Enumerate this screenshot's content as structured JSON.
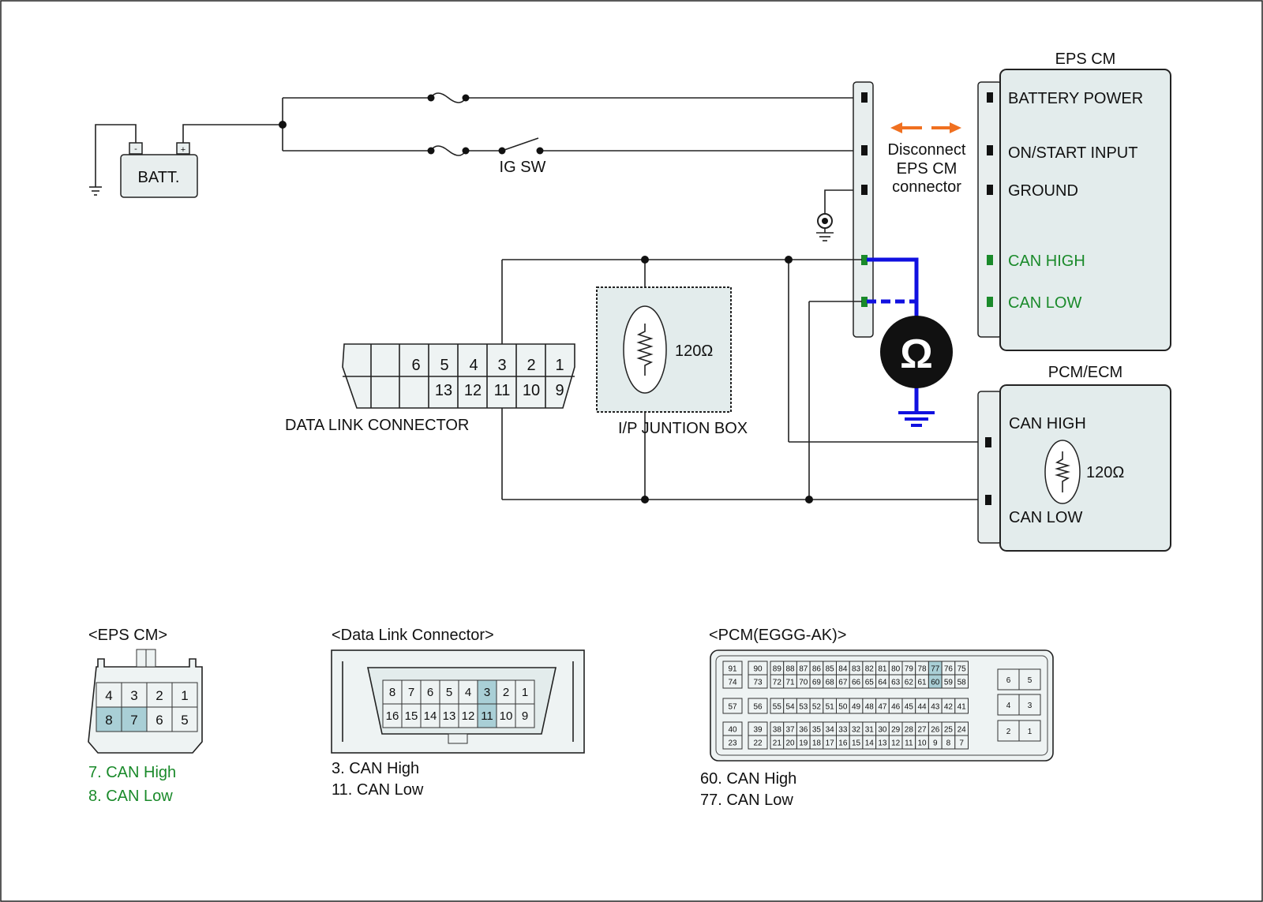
{
  "battery": {
    "label": "BATT.",
    "neg": "-",
    "pos": "+"
  },
  "switch_label": "IG SW",
  "eps": {
    "title": "EPS CM",
    "pins": [
      "BATTERY POWER",
      "ON/START INPUT",
      "GROUND",
      "CAN HIGH",
      "CAN LOW"
    ]
  },
  "disconnect_note": [
    "Disconnect",
    "EPS CM",
    "connector"
  ],
  "ohm_symbol": "Ω",
  "junction": {
    "resistor": "120Ω",
    "label": "I/P  JUNTION BOX"
  },
  "dlc": {
    "label": "DATA LINK CONNECTOR",
    "top_row": [
      "6",
      "5",
      "4",
      "3",
      "2",
      "1"
    ],
    "bottom_row": [
      "13",
      "12",
      "11",
      "10",
      "9"
    ]
  },
  "pcm": {
    "title": "PCM/ECM",
    "can_high": "CAN HIGH",
    "can_low": "CAN LOW",
    "resistor": "120Ω"
  },
  "eps_connector": {
    "title": "<EPS CM>",
    "top_row": [
      "4",
      "3",
      "2",
      "1"
    ],
    "bottom_row": [
      "8",
      "7",
      "6",
      "5"
    ],
    "notes": [
      "7. CAN High",
      "8. CAN Low"
    ]
  },
  "dlc_connector": {
    "title": "<Data Link Connector>",
    "top_row": [
      "8",
      "7",
      "6",
      "5",
      "4",
      "3",
      "2",
      "1"
    ],
    "bottom_row": [
      "16",
      "15",
      "14",
      "13",
      "12",
      "11",
      "10",
      "9"
    ],
    "notes": [
      "3. CAN High",
      "11. CAN Low"
    ]
  },
  "pcm_connector": {
    "title": "<PCM(EGGG-AK)>",
    "row1": [
      "91",
      "90",
      "89",
      "88",
      "87",
      "86",
      "85",
      "84",
      "83",
      "82",
      "81",
      "80",
      "79",
      "78",
      "77",
      "76",
      "75"
    ],
    "row2": [
      "74",
      "73",
      "72",
      "71",
      "70",
      "69",
      "68",
      "67",
      "66",
      "65",
      "64",
      "63",
      "62",
      "61",
      "60",
      "59",
      "58"
    ],
    "row3": [
      "57",
      "56",
      "55",
      "54",
      "53",
      "52",
      "51",
      "50",
      "49",
      "48",
      "47",
      "46",
      "45",
      "44",
      "43",
      "42",
      "41"
    ],
    "row4": [
      "40",
      "39",
      "38",
      "37",
      "36",
      "35",
      "34",
      "33",
      "32",
      "31",
      "30",
      "29",
      "28",
      "27",
      "26",
      "25",
      "24"
    ],
    "row5": [
      "23",
      "22",
      "21",
      "20",
      "19",
      "18",
      "17",
      "16",
      "15",
      "14",
      "13",
      "12",
      "11",
      "10",
      "9",
      "8",
      "7"
    ],
    "side": [
      "6",
      "5",
      "4",
      "3",
      "2",
      "1"
    ],
    "notes": [
      "60. CAN High",
      "77. CAN Low"
    ]
  },
  "colors": {
    "probe_wire": "#1010e0",
    "can_green": "#1a8a2a",
    "arrow": "#f07020",
    "highlight": "#a9cfd6"
  }
}
